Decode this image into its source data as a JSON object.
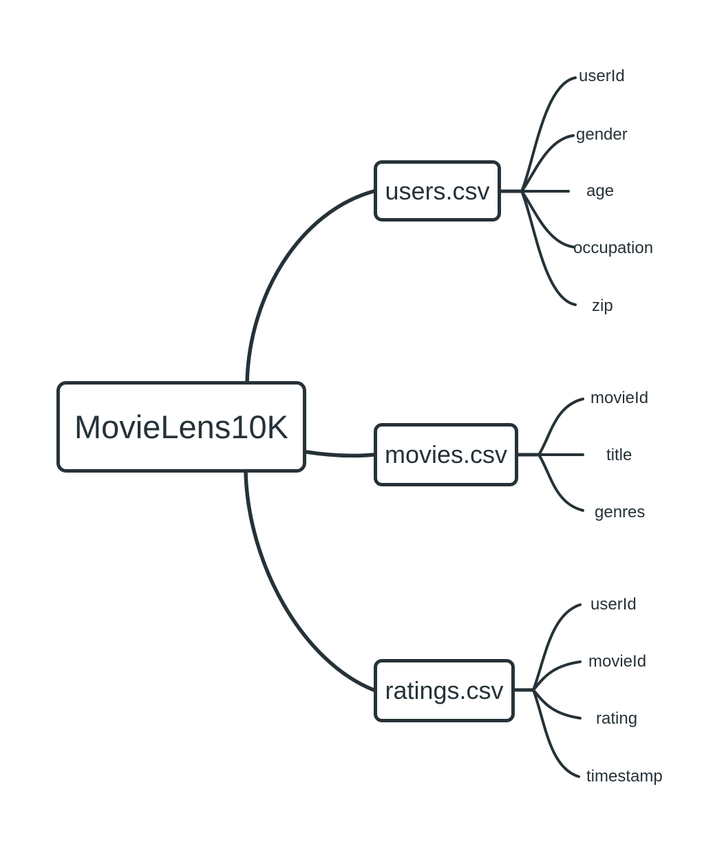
{
  "diagram": {
    "root": "MovieLens10K",
    "branches": [
      {
        "file": "users.csv",
        "columns": [
          "userId",
          "gender",
          "age",
          "occupation",
          "zip"
        ]
      },
      {
        "file": "movies.csv",
        "columns": [
          "movieId",
          "title",
          "genres"
        ]
      },
      {
        "file": "ratings.csv",
        "columns": [
          "userId",
          "movieId",
          "rating",
          "timestamp"
        ]
      }
    ]
  },
  "colors": {
    "line": "#263238",
    "background": "#ffffff",
    "node_fill": "#ffffff"
  }
}
